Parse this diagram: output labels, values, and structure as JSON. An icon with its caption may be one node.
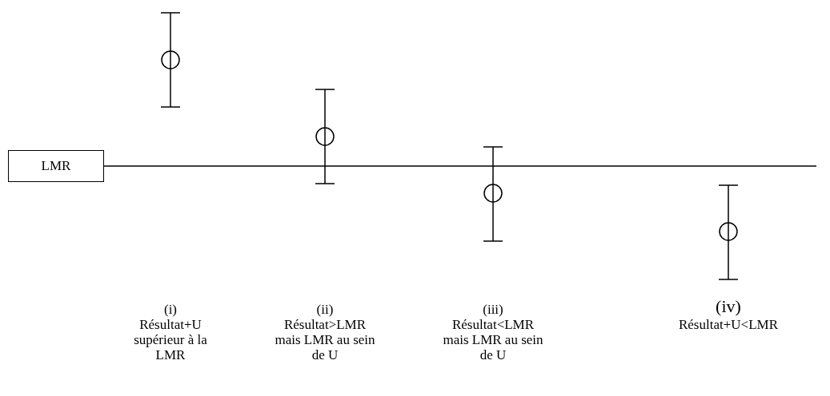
{
  "diagram": {
    "nodes": [
      {
        "text": [
          "LMR"
        ]
      }
    ],
    "labels": [
      "(i)",
      "Résultat+U supérieur à la LMR",
      "(ii)",
      "Résultat>LMR mais LMR au sein de U",
      "(iii)",
      "Résultat<LMR mais LMR au sein de U",
      "(iv)",
      "Résultat+U<LMR"
    ]
  }
}
